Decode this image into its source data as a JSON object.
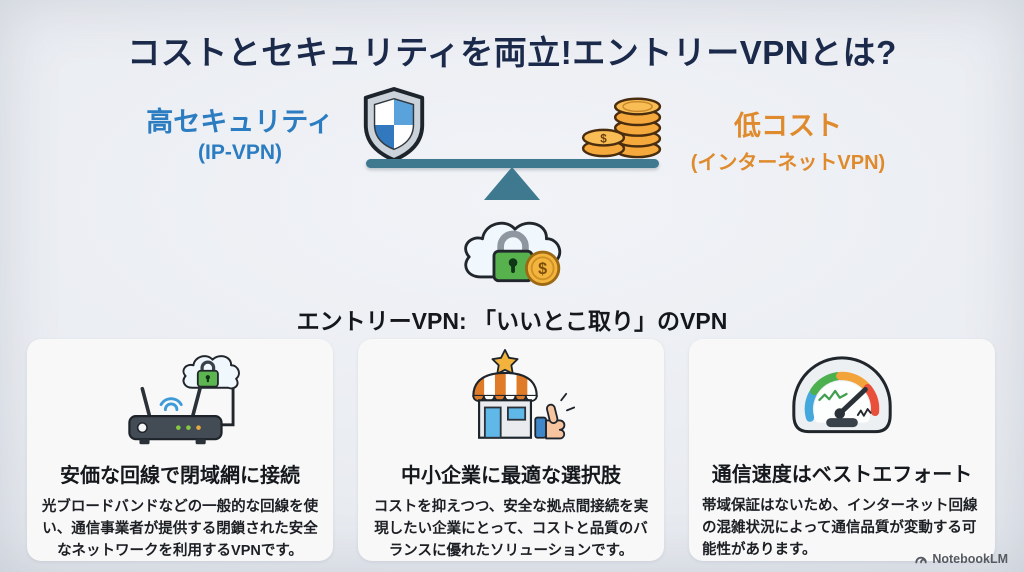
{
  "header": {
    "title": "コストとセキュリティを両立!エントリーVPNとは?"
  },
  "balance": {
    "left": {
      "label": "高セキュリティ",
      "sublabel": "(IP-VPN)",
      "icon": "shield-icon",
      "color": "#2b7cc0"
    },
    "right": {
      "label": "低コスト",
      "sublabel": "(インターネットVPN)",
      "icon": "coins-icon",
      "color": "#df8a2c"
    },
    "beam_color": "#3e7990"
  },
  "entry_vpn": {
    "icon": "cloud-lock-coin-icon",
    "tagline": "エントリーVPN: 「いいとこ取り」のVPN"
  },
  "cards": [
    {
      "icon": "router-cloud-icon",
      "title": "安価な回線で閉域網に接続",
      "body": "光ブロードバンドなどの一般的な回線を使い、通信事業者が提供する閉鎖された安全なネットワークを利用するVPNです。"
    },
    {
      "icon": "storefront-thumbsup-icon",
      "title": "中小企業に最適な選択肢",
      "body": "コストを抑えつつ、安全な拠点間接続を実現したい企業にとって、コストと品質のバランスに優れたソリューションです。"
    },
    {
      "icon": "speedometer-icon",
      "title": "通信速度はベストエフォート",
      "body": "帯域保証はないため、インターネット回線の混雑状況によって通信品質が変動する可能性があります。"
    }
  ],
  "watermark": {
    "label": "NotebookLM"
  },
  "colors": {
    "title_navy": "#1b2a4a",
    "security_blue": "#2b7cc0",
    "cost_orange": "#df8a2c",
    "beam_teal": "#3e7990",
    "page_bg": "#e9ecf1",
    "card_bg": "#f8f8f8",
    "lock_green": "#57b24e",
    "coin_gold": "#f5a93c"
  }
}
